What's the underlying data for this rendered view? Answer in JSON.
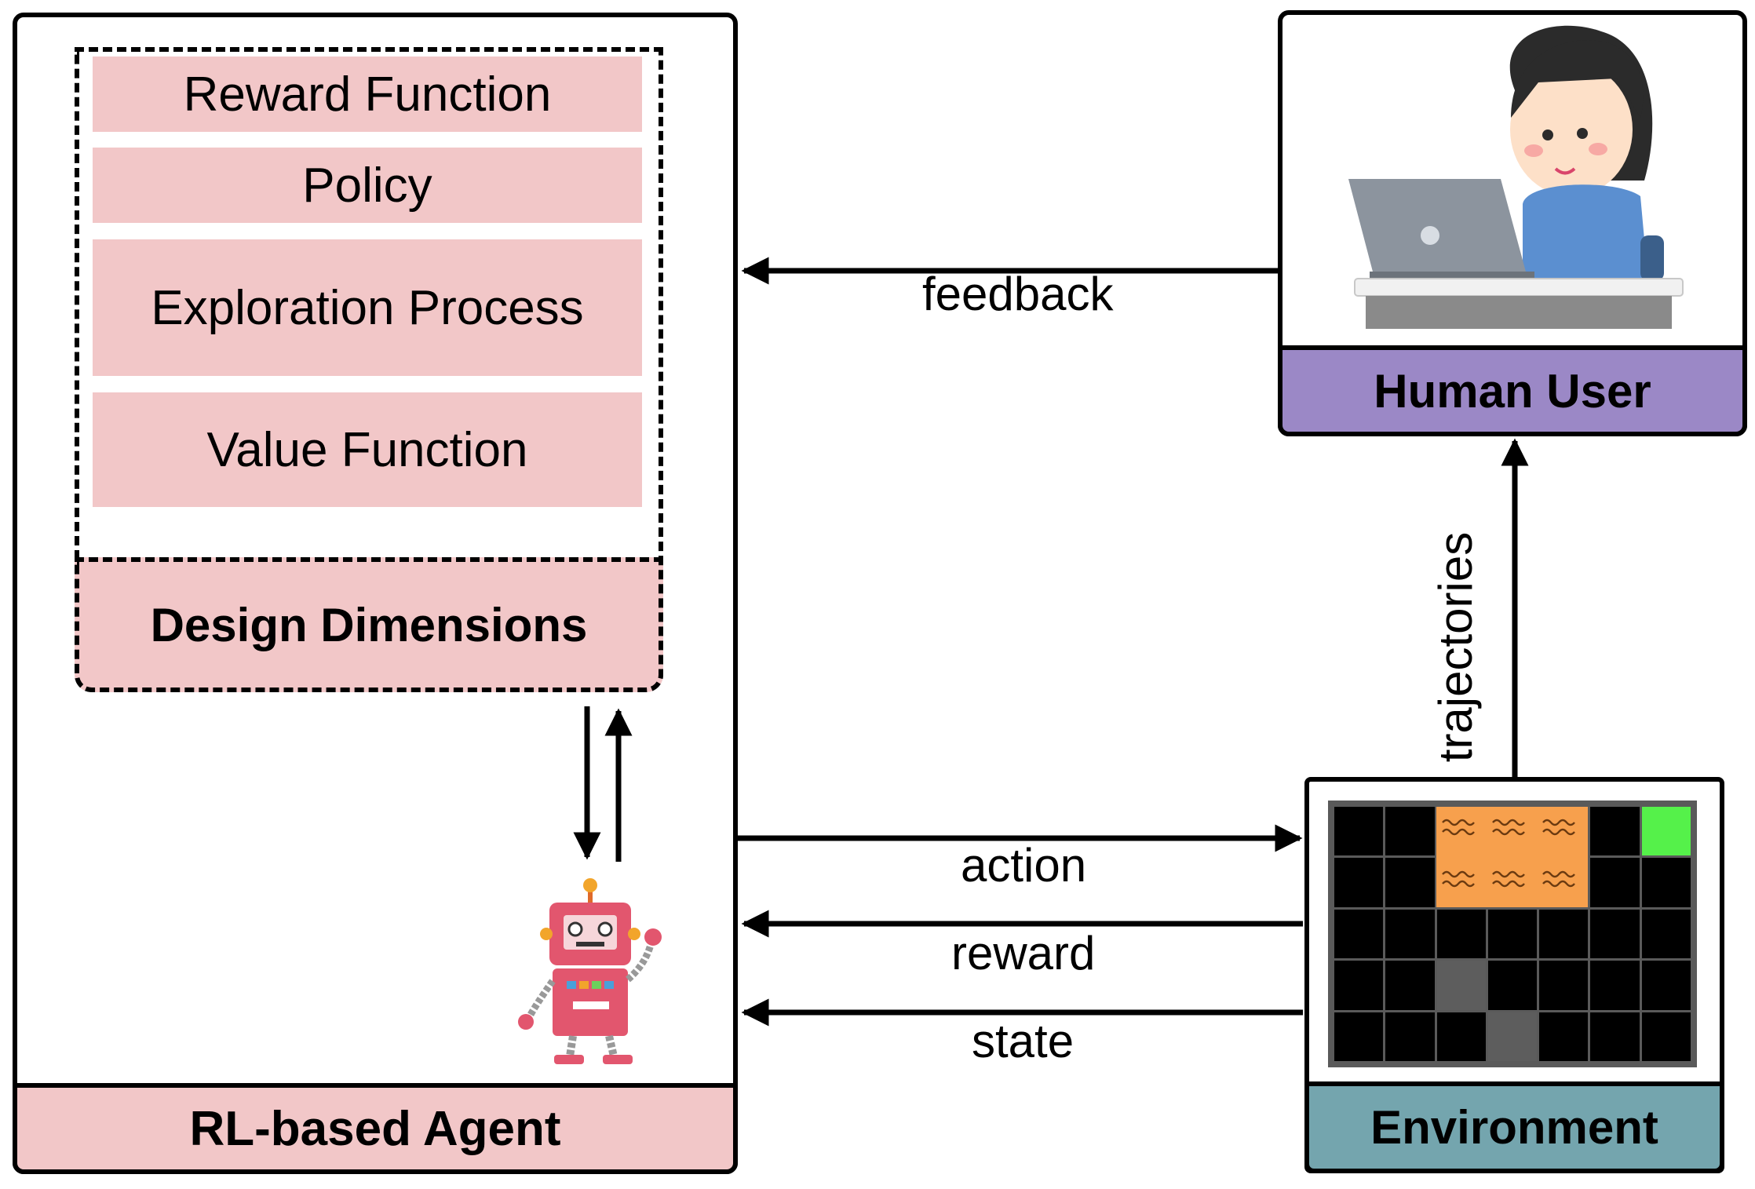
{
  "agent": {
    "title": "RL-based Agent",
    "design_dimensions_label": "Design Dimensions",
    "dimensions": [
      "Reward Function",
      "Policy",
      "Exploration Process",
      "Value Function"
    ]
  },
  "human": {
    "title": "Human User"
  },
  "environment": {
    "title": "Environment"
  },
  "edges": {
    "feedback": "feedback",
    "trajectories": "trajectories",
    "action": "action",
    "reward": "reward",
    "state": "state"
  },
  "icons": {
    "human": "person-at-laptop-icon",
    "agent": "robot-icon",
    "environment": "gridworld-icon"
  },
  "colors": {
    "agent_fill": "#f2c7c8",
    "human_header": "#9b88c6",
    "environment_header": "#74a5ae",
    "lava": "#f7a04d",
    "goal": "#55f14a"
  }
}
